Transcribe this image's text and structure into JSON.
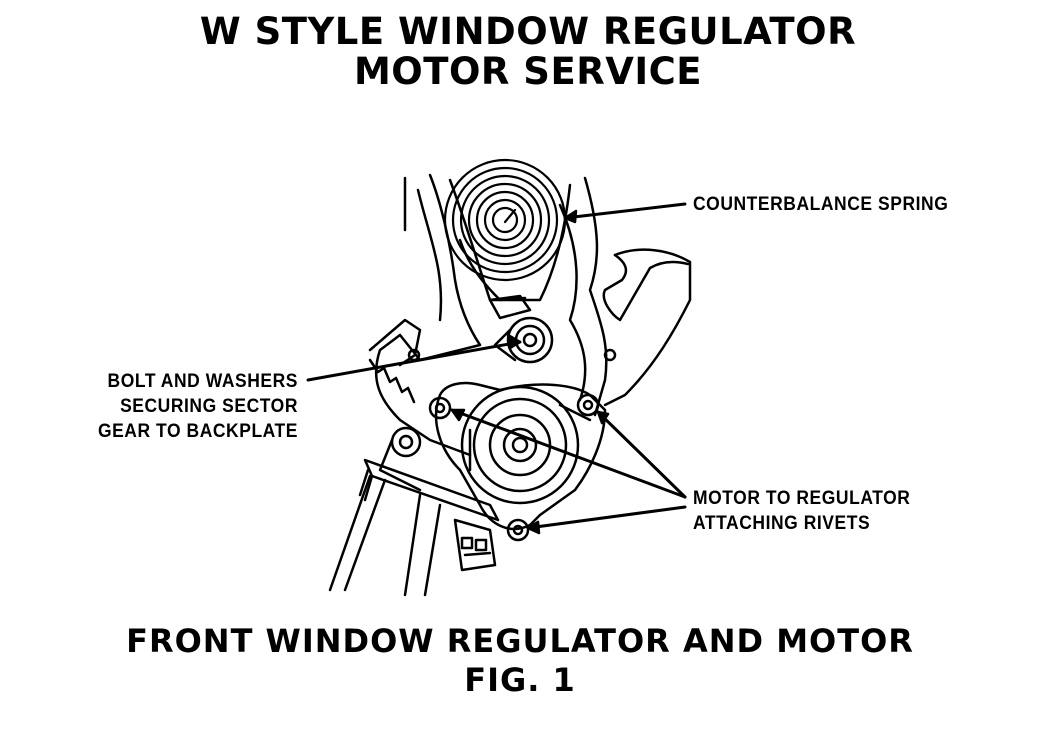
{
  "title": {
    "line1": "W STYLE WINDOW REGULATOR",
    "line2": "MOTOR SERVICE"
  },
  "labels": {
    "counterbalance_spring": "COUNTERBALANCE SPRING",
    "bolt": {
      "line1": "BOLT AND WASHERS",
      "line2": "SECURING SECTOR",
      "line3": "GEAR TO BACKPLATE"
    },
    "rivets": {
      "line1": "MOTOR TO REGULATOR",
      "line2": "ATTACHING RIVETS"
    }
  },
  "caption": {
    "line1": "FRONT WINDOW REGULATOR AND MOTOR",
    "line2": "FIG. 1"
  },
  "colors": {
    "ink": "#000000",
    "paper": "#ffffff"
  }
}
